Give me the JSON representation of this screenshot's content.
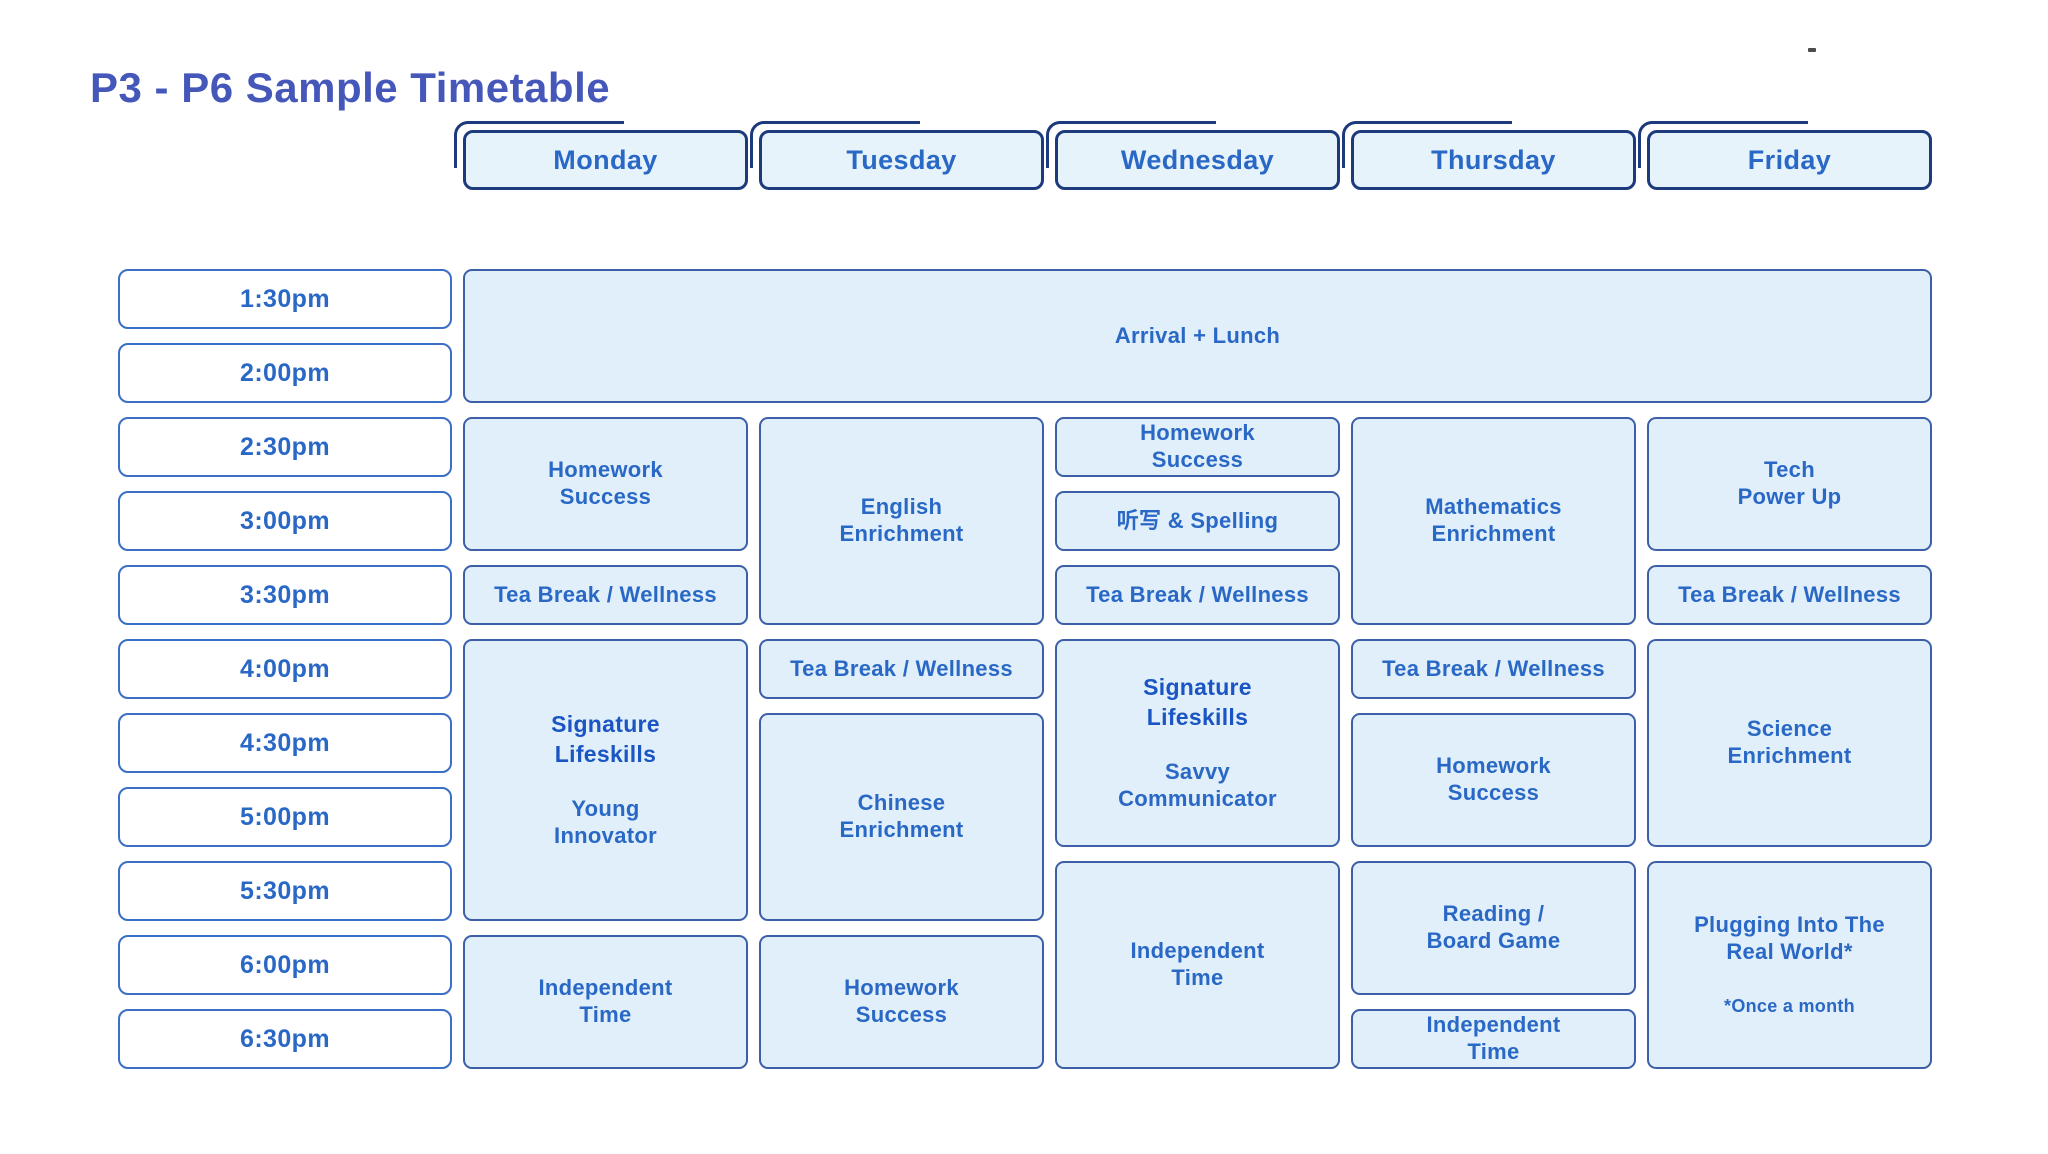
{
  "title": "P3 - P6 Sample Timetable",
  "times": [
    "1:30pm",
    "2:00pm",
    "2:30pm",
    "3:00pm",
    "3:30pm",
    "4:00pm",
    "4:30pm",
    "5:00pm",
    "5:30pm",
    "6:00pm",
    "6:30pm"
  ],
  "all_day_banner": {
    "label": "Arrival + Lunch",
    "row": 1,
    "span": 2
  },
  "days": [
    {
      "label": "Monday",
      "events": [
        {
          "kind": "plain",
          "label": "Homework\nSuccess",
          "row": 3,
          "span": 2
        },
        {
          "kind": "plain",
          "label": "Tea Break / Wellness",
          "row": 5,
          "span": 1
        },
        {
          "kind": "signature",
          "heading": "Signature\nLifeskills",
          "label": "Young\nInnovator",
          "row": 6,
          "span": 4
        },
        {
          "kind": "plain",
          "label": "Independent\nTime",
          "row": 10,
          "span": 2
        }
      ]
    },
    {
      "label": "Tuesday",
      "events": [
        {
          "kind": "plain",
          "label": "English\nEnrichment",
          "row": 3,
          "span": 3
        },
        {
          "kind": "plain",
          "label": "Tea Break / Wellness",
          "row": 6,
          "span": 1
        },
        {
          "kind": "plain",
          "label": "Chinese\nEnrichment",
          "row": 7,
          "span": 3
        },
        {
          "kind": "plain",
          "label": "Homework\nSuccess",
          "row": 10,
          "span": 2
        }
      ]
    },
    {
      "label": "Wednesday",
      "events": [
        {
          "kind": "plain",
          "label": "Homework\nSuccess",
          "row": 3,
          "span": 1
        },
        {
          "kind": "plain",
          "label": "听写 & Spelling",
          "row": 4,
          "span": 1
        },
        {
          "kind": "plain",
          "label": "Tea Break / Wellness",
          "row": 5,
          "span": 1
        },
        {
          "kind": "signature",
          "heading": "Signature\nLifeskills",
          "label": "Savvy\nCommunicator",
          "row": 6,
          "span": 3
        },
        {
          "kind": "plain",
          "label": "Independent\nTime",
          "row": 9,
          "span": 3
        }
      ]
    },
    {
      "label": "Thursday",
      "events": [
        {
          "kind": "plain",
          "label": "Mathematics\nEnrichment",
          "row": 3,
          "span": 3
        },
        {
          "kind": "plain",
          "label": "Tea Break / Wellness",
          "row": 6,
          "span": 1
        },
        {
          "kind": "plain",
          "label": "Homework\nSuccess",
          "row": 7,
          "span": 2
        },
        {
          "kind": "plain",
          "label": "Reading /\nBoard Game",
          "row": 9,
          "span": 2
        },
        {
          "kind": "plain",
          "label": "Independent\nTime",
          "row": 11,
          "span": 1
        }
      ]
    },
    {
      "label": "Friday",
      "events": [
        {
          "kind": "plain",
          "label": "Tech\nPower Up",
          "row": 3,
          "span": 2
        },
        {
          "kind": "plain",
          "label": "Tea Break / Wellness",
          "row": 5,
          "span": 1
        },
        {
          "kind": "plain",
          "label": "Science\nEnrichment",
          "row": 6,
          "span": 3
        },
        {
          "kind": "noted",
          "label": "Plugging Into The\nReal World*",
          "note": "*Once a month",
          "row": 9,
          "span": 3
        }
      ]
    }
  ],
  "colors": {
    "title_color": "#4558ba",
    "header_fill": "#e7f3fb",
    "header_border": "#1d3a7d",
    "header_shadow": "#4a63c4",
    "cell_fill": "#e0effa",
    "cell_border": "#3c5fa8",
    "time_fill": "#ffffff",
    "time_border": "#3b6ec5",
    "text_blue": "#2a68c6",
    "accent_bold": "#1b54c3"
  }
}
